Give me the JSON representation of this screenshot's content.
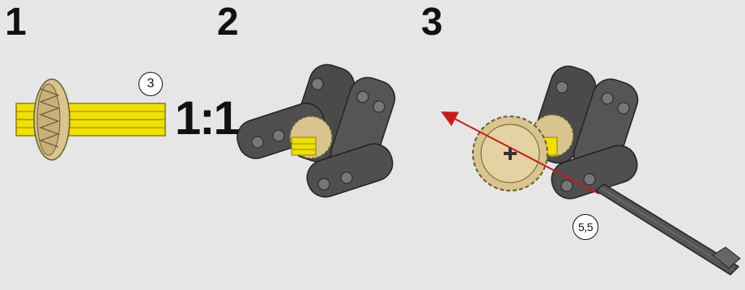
{
  "steps": [
    {
      "number": "1"
    },
    {
      "number": "2"
    },
    {
      "number": "3"
    }
  ],
  "step1": {
    "axle_length_callout": "3",
    "ratio_label": "1:1"
  },
  "step3": {
    "axle_length_callout": "5,5"
  },
  "colors": {
    "background": "#e6e6e6",
    "axle_yellow": "#f0e000",
    "gear_tan": "#d9c48f",
    "beam_gray": "#4a4a4a",
    "arrow_red": "#cc1a1a",
    "long_axle_gray": "#555555"
  },
  "icons": [
    "yellow-axle-icon",
    "tan-gear-icon",
    "gray-beam-bracket-icon",
    "red-arrow-icon",
    "gray-axle-icon"
  ]
}
